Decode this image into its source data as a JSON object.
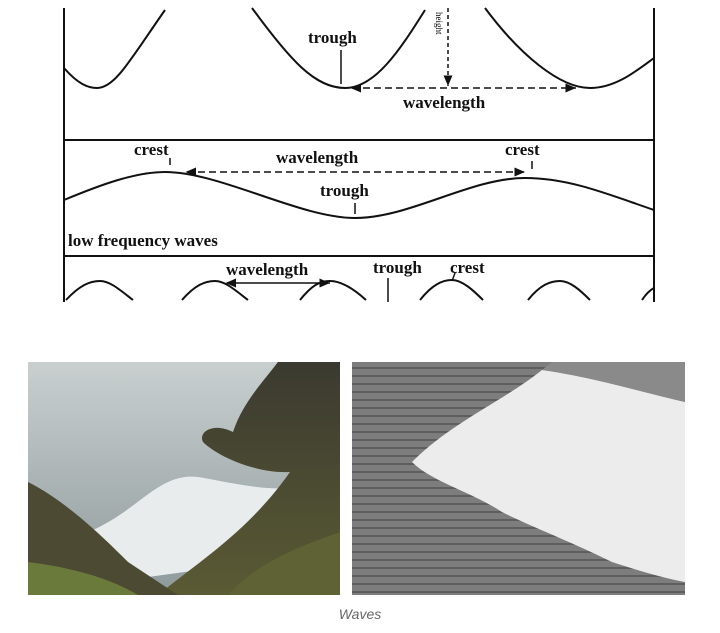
{
  "diagram": {
    "top_panel": {
      "trough": "trough",
      "height": "height",
      "wavelength": "wavelength"
    },
    "middle_panel": {
      "crest_left": "crest",
      "wavelength": "wavelength",
      "crest_right": "crest",
      "trough": "trough",
      "caption": "low frequency waves"
    },
    "bottom_panel": {
      "wavelength": "wavelength",
      "trough": "trough",
      "crest": "crest"
    }
  },
  "photos": {
    "caption": "Waves"
  },
  "colors": {
    "ink": "#111111",
    "caption": "#666666"
  }
}
